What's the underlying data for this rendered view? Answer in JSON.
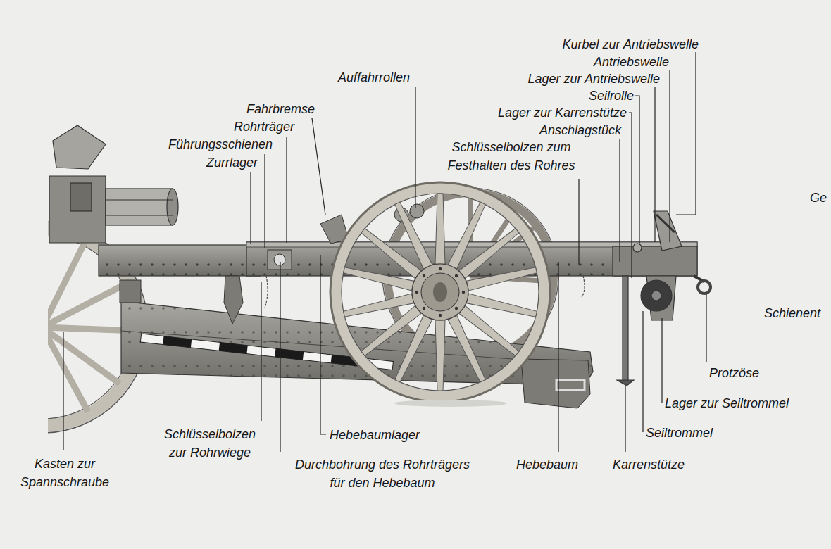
{
  "diagram": {
    "labels": [
      "Kurbel zur Antriebswelle",
      "Antriebswelle",
      "Auffahrrollen",
      "Lager zur Antriebswelle",
      "Seilrolle",
      "Fahrbremse",
      "Lager zur Karrenstütze",
      "Rohrträger",
      "Anschlagstück",
      "Führungsschienen",
      "Schlüsselbolzen zum Festhalten des Rohres",
      "Zurrlager",
      "Ge",
      "Schienent",
      "Protzöse",
      "Lager zur Seiltrommel",
      "Seiltrommel",
      "Hebebaumlager",
      "Schlüsselbolzen zur Rohrwiege",
      "Kasten zur Spannschraube",
      "Hebebaum",
      "Durchbohrung des Rohrträgers für den Hebebaum",
      "Karrenstütze"
    ]
  }
}
